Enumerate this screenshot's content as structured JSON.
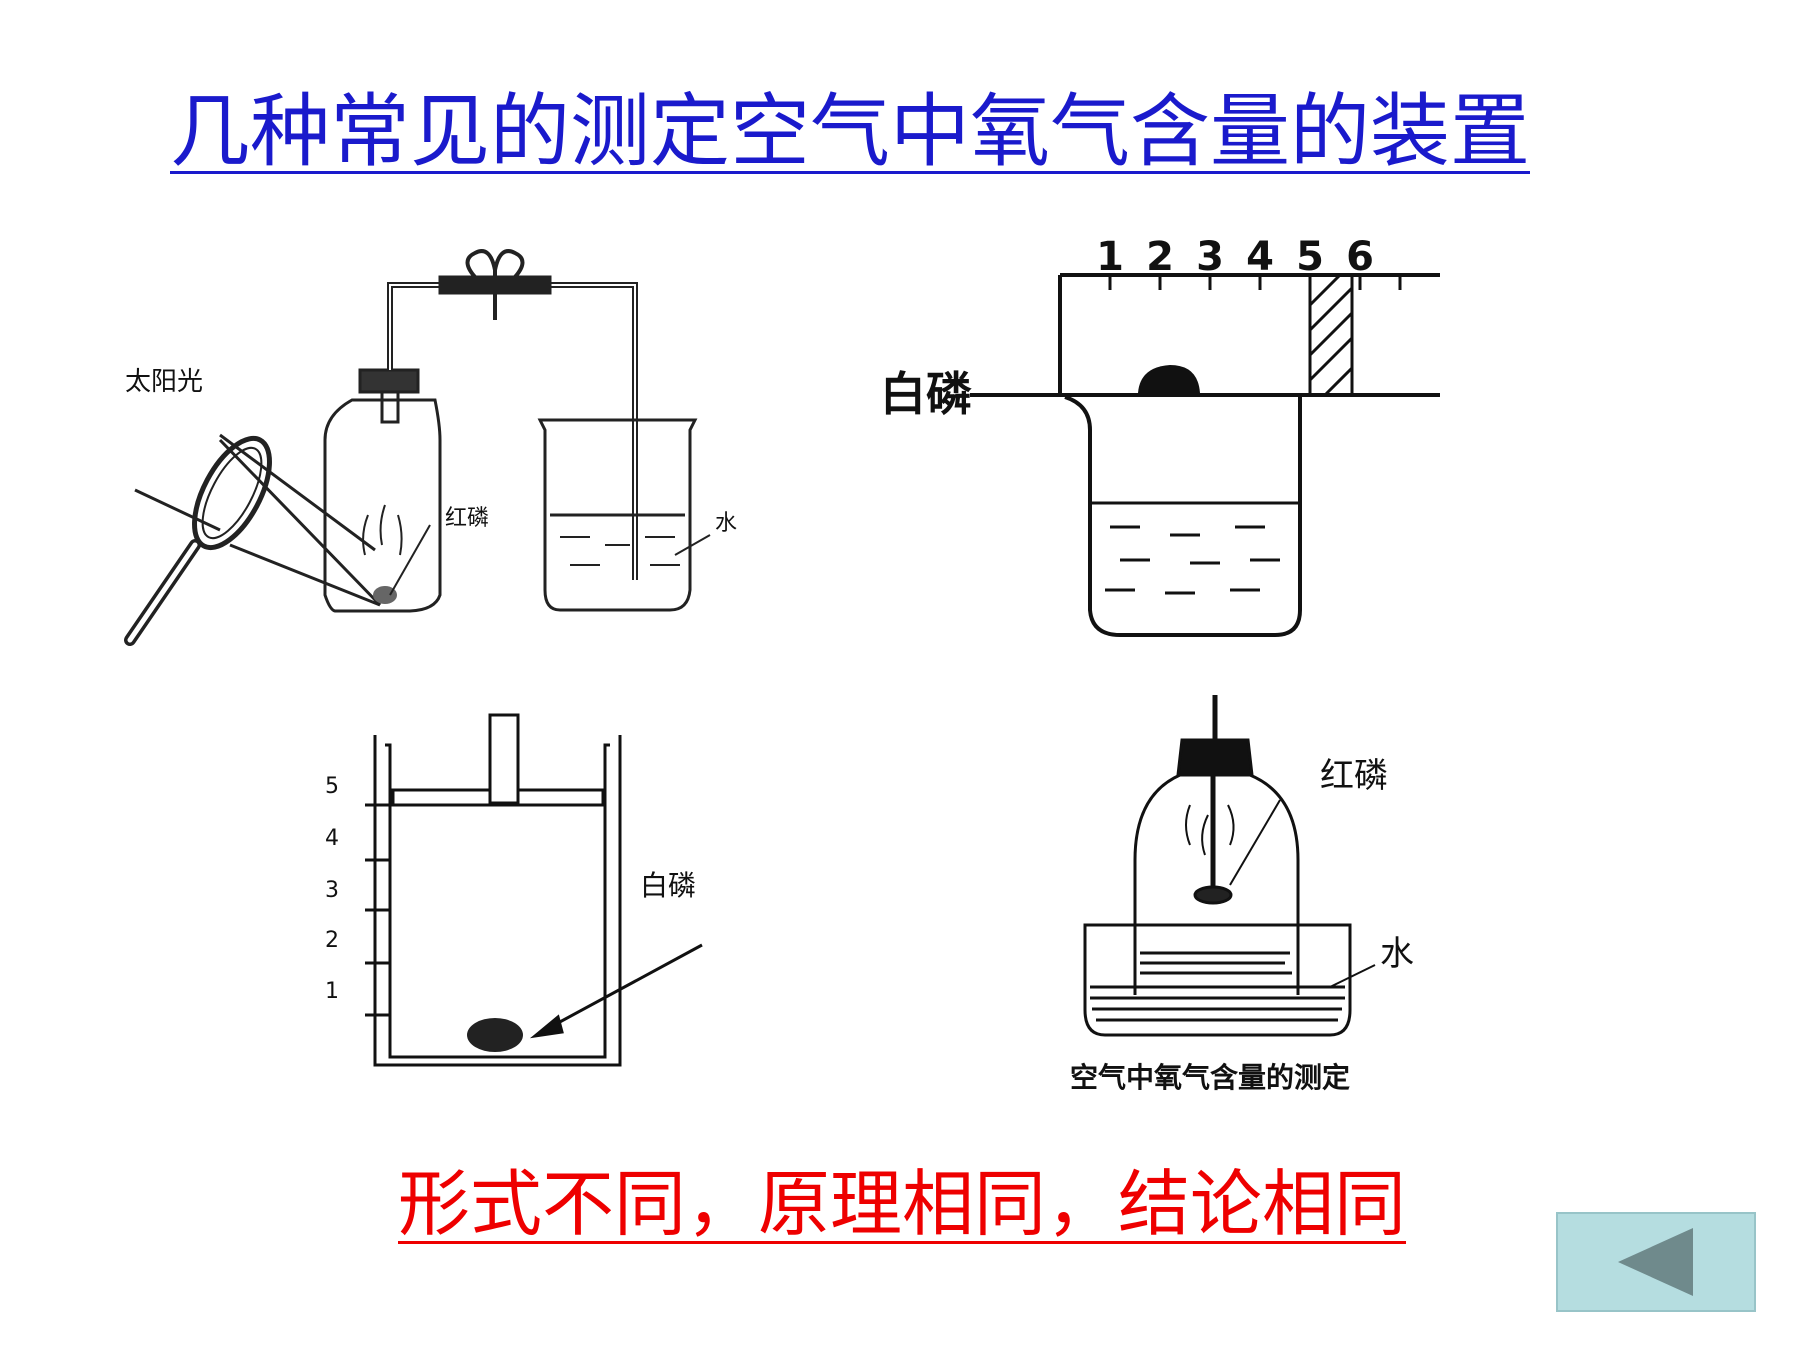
{
  "title": "几种常见的测定空气中氧气含量的装置",
  "conclusion": "形式不同，原理相同，结论相同",
  "diagrams": {
    "top_left": {
      "sunlight_label": "太阳光",
      "red_phosphorus_label": "红磷",
      "water_label": "水"
    },
    "top_right": {
      "white_phosphorus_label": "白磷",
      "scale_ticks": [
        "1",
        "2",
        "3",
        "4",
        "5",
        "6"
      ]
    },
    "bottom_left": {
      "white_phosphorus_label": "白磷",
      "scale_ticks": [
        "5",
        "4",
        "3",
        "2",
        "1"
      ]
    },
    "bottom_right": {
      "red_phosphorus_label": "红磷",
      "water_label": "水",
      "caption": "空气中氧气含量的测定"
    }
  },
  "navigation": {
    "back_icon": "triangle-left-icon"
  },
  "colors": {
    "title": "#1a1acc",
    "conclusion": "#ee0000",
    "nav_button": "#b5dde0",
    "nav_arrow": "#6f8a8c"
  }
}
